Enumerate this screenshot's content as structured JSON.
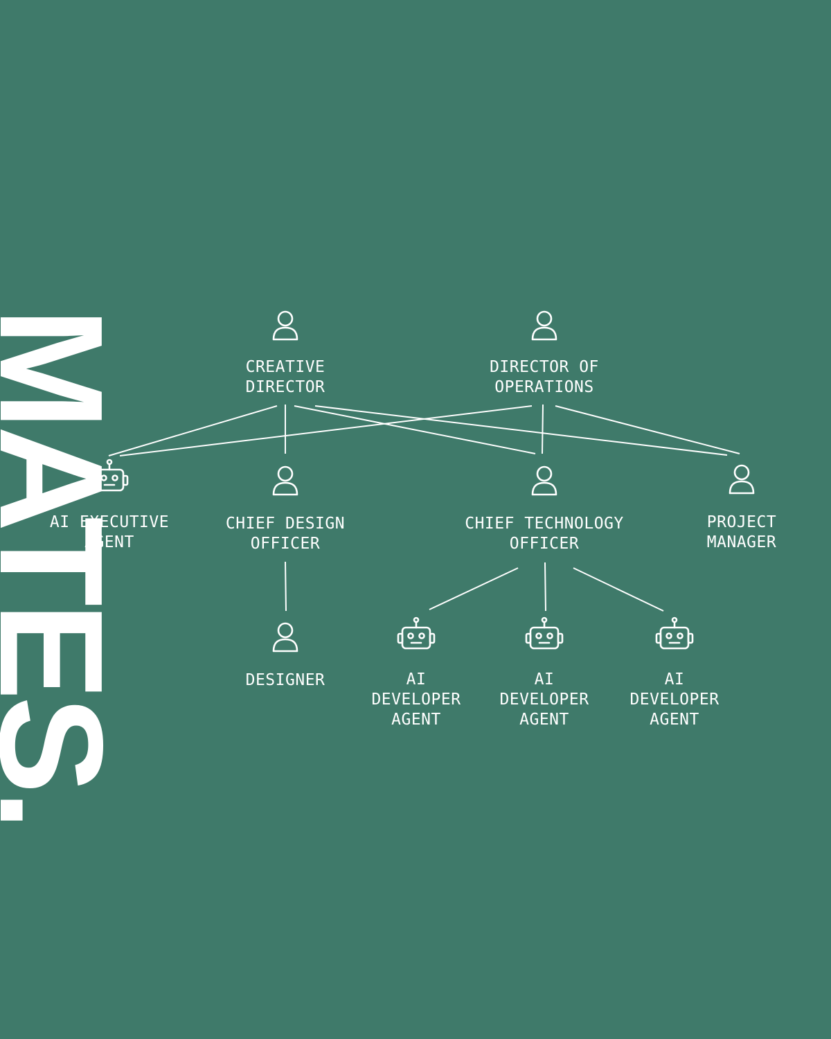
{
  "brand": {
    "wordmark": "MATES.",
    "colors": {
      "background": "#3f7a6a",
      "foreground": "#ffffff"
    }
  },
  "org_chart": {
    "nodes": [
      {
        "id": "creative-director",
        "kind": "person",
        "label_lines": [
          "CREATIVE",
          "DIRECTOR"
        ]
      },
      {
        "id": "director-of-operations",
        "kind": "person",
        "label_lines": [
          "DIRECTOR OF",
          "OPERATIONS"
        ]
      },
      {
        "id": "ai-executive-agent",
        "kind": "robot",
        "label_lines": [
          "AI EXECUTIVE",
          "AGENT"
        ]
      },
      {
        "id": "chief-design-officer",
        "kind": "person",
        "label_lines": [
          "CHIEF DESIGN",
          "OFFICER"
        ]
      },
      {
        "id": "chief-technology-officer",
        "kind": "person",
        "label_lines": [
          "CHIEF TECHNOLOGY",
          "OFFICER"
        ]
      },
      {
        "id": "project-manager",
        "kind": "person",
        "label_lines": [
          "PROJECT",
          "MANAGER"
        ]
      },
      {
        "id": "designer",
        "kind": "person",
        "label_lines": [
          "DESIGNER"
        ]
      },
      {
        "id": "ai-developer-agent-1",
        "kind": "robot",
        "label_lines": [
          "AI",
          "DEVELOPER",
          "AGENT"
        ]
      },
      {
        "id": "ai-developer-agent-2",
        "kind": "robot",
        "label_lines": [
          "AI",
          "DEVELOPER",
          "AGENT"
        ]
      },
      {
        "id": "ai-developer-agent-3",
        "kind": "robot",
        "label_lines": [
          "AI",
          "DEVELOPER",
          "AGENT"
        ]
      }
    ],
    "edges": [
      [
        "creative-director",
        "ai-executive-agent"
      ],
      [
        "creative-director",
        "chief-design-officer"
      ],
      [
        "creative-director",
        "chief-technology-officer"
      ],
      [
        "creative-director",
        "project-manager"
      ],
      [
        "director-of-operations",
        "ai-executive-agent"
      ],
      [
        "director-of-operations",
        "chief-technology-officer"
      ],
      [
        "director-of-operations",
        "project-manager"
      ],
      [
        "chief-design-officer",
        "designer"
      ],
      [
        "chief-technology-officer",
        "ai-developer-agent-1"
      ],
      [
        "chief-technology-officer",
        "ai-developer-agent-2"
      ],
      [
        "chief-technology-officer",
        "ai-developer-agent-3"
      ]
    ]
  }
}
